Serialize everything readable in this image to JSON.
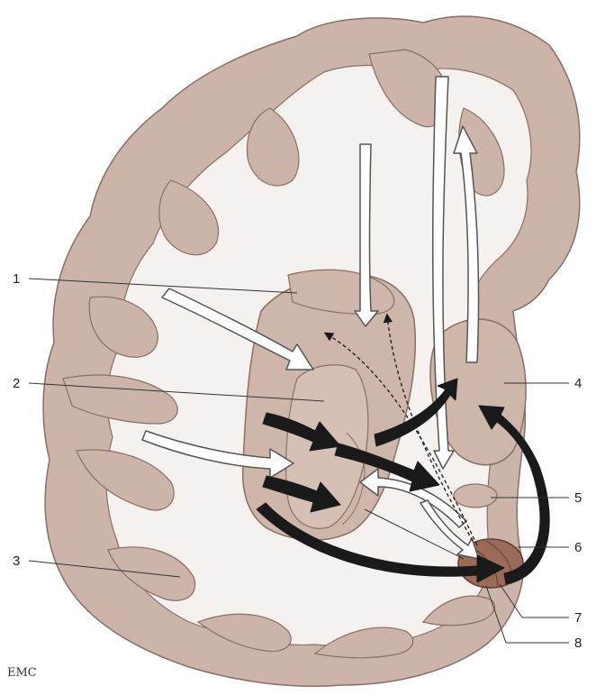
{
  "labels": {
    "n1": "1",
    "n2": "2",
    "n3": "3",
    "n4": "4",
    "n5": "5",
    "n6": "6",
    "n7": "7",
    "n8": "8"
  },
  "watermark": "EMC",
  "colors": {
    "cortex": "#cdb4aa",
    "white_matter": "#f5f1ee",
    "nucleus": "#cfb6ab",
    "nucleus_stroke": "#8a6e64",
    "substantia_nigra": "#9b6a58",
    "outline": "#8a6e64",
    "black_arrow": "#1a1a1a",
    "white_arrow_stroke": "#555555",
    "background": "#ffffff"
  },
  "icons": {
    "afferent": "white-arrow-icon",
    "efferent": "black-arrow-icon",
    "dopaminergic": "dashed-arrow-icon"
  }
}
